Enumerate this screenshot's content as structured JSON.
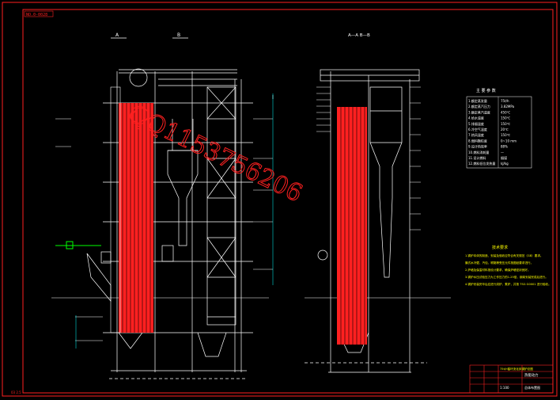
{
  "sheet": {
    "background": "#000000",
    "frame_color": "#ff2020",
    "line_color": "#ffffff",
    "accent_color": "#ff2020",
    "dim_color": "#00ffff",
    "label_color": "#ffff00",
    "drawing_number_tag": "NO.0-0028",
    "bottom_corner_code": "03 2.5"
  },
  "views": {
    "left_marker": "A",
    "left_marker2": "B",
    "right_title": "A—A    B—B"
  },
  "watermark": {
    "text": "QQ1153756206",
    "color": "#ff2020"
  },
  "spec_table": {
    "title": "主 要 参 数",
    "rows": [
      {
        "name": "1.额定蒸发量",
        "value": "75t/h"
      },
      {
        "name": "2.额定蒸汽压力",
        "value": "3.82MPa"
      },
      {
        "name": "3.额定蒸汽温度",
        "value": "450℃"
      },
      {
        "name": "4.给水温度",
        "value": "150℃"
      },
      {
        "name": "5.排烟温度",
        "value": "150℃"
      },
      {
        "name": "6.冷空气温度",
        "value": "20℃"
      },
      {
        "name": "7.热风温度",
        "value": "150℃"
      },
      {
        "name": "8.燃料颗粒度",
        "value": "0~10 mm"
      },
      {
        "name": "9.设计热效率",
        "value": "88%"
      },
      {
        "name": "10.燃料消耗量",
        "value": "—"
      },
      {
        "name": "11.设计燃料",
        "value": "烟煤"
      },
      {
        "name": "12.燃料低位发热量",
        "value": "kJ/kg"
      }
    ]
  },
  "notes": {
    "title": "技术要求",
    "lines": [
      "1.锅炉本体的制造、安装及验收应符合有关规范（GB）要求。",
      "  膜式水冷壁、汽包、联箱等受压元件按图纸要求进行。",
      "2.炉墙及保温材料按设计要求，确保炉墙密封良好。",
      "3.锅炉水压试验压力为工作压力的1.25倍，钢架安装完成后进行。",
      "4.锅炉安装完毕后应进行烘炉、煮炉，并按 TSG G0001 进行验收。"
    ]
  },
  "title_block": {
    "project": "75t/h循环流化床锅炉总图",
    "company": "热能动力",
    "drawing_no": "总体布置图",
    "scale": "1:100"
  }
}
